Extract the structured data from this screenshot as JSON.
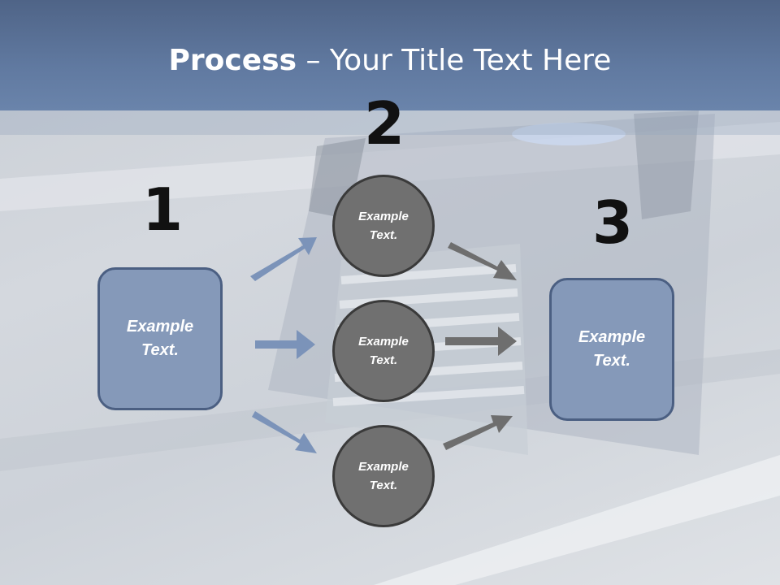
{
  "title": {
    "bold": "Process",
    "rest": " – Your Title Text Here"
  },
  "steps": [
    {
      "number": "1",
      "text": "Example\nText."
    },
    {
      "number": "2",
      "circles": [
        "Example\nText.",
        "Example\nText.",
        "Example\nText."
      ]
    },
    {
      "number": "3",
      "text": "Example\nText."
    }
  ],
  "colors": {
    "box_fill": "#8599b9",
    "circle_fill": "#707070",
    "blue_arrow": "#7b93b9",
    "gray_arrow": "#6e6e6e"
  }
}
